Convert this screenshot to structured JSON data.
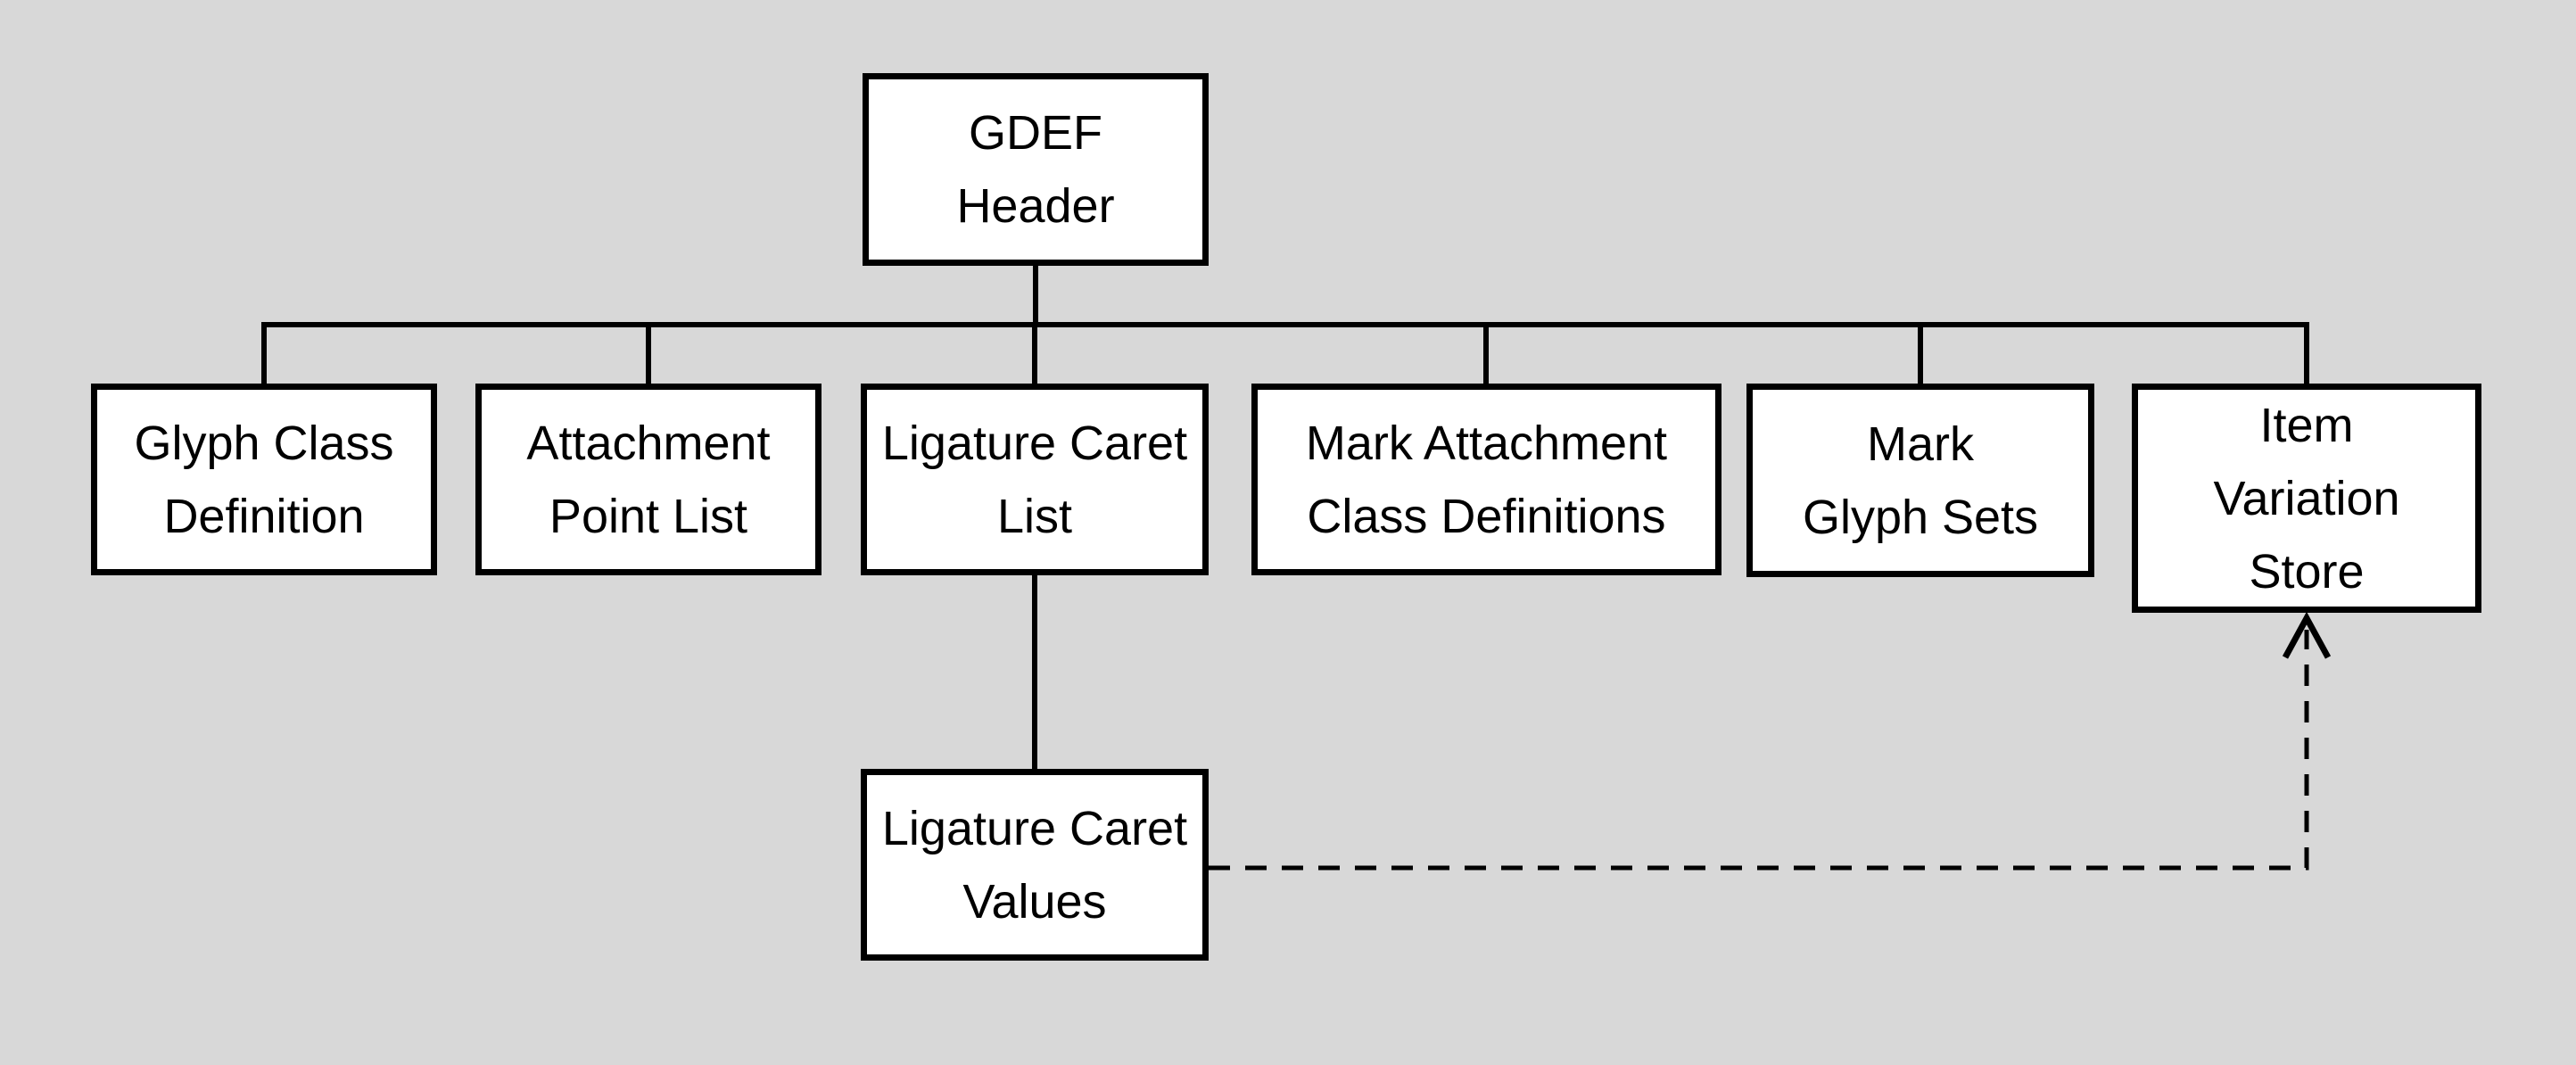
{
  "colors": {
    "background": "#d8d8d8",
    "box_fill": "#ffffff",
    "box_border": "#000000",
    "text": "#000000",
    "line": "#000000"
  },
  "diagram": {
    "type": "hierarchy",
    "root": "gdef_header",
    "nodes": {
      "gdef_header": {
        "label": "GDEF\nHeader"
      },
      "glyph_class_definition": {
        "label": "Glyph Class\nDefinition"
      },
      "attachment_point_list": {
        "label": "Attachment\nPoint List"
      },
      "ligature_caret_list": {
        "label": "Ligature Caret\nList"
      },
      "mark_attachment_class_definitions": {
        "label": "Mark Attachment\nClass Definitions"
      },
      "mark_glyph_sets": {
        "label": "Mark\nGlyph Sets"
      },
      "item_variation_store": {
        "label": "Item\nVariation\nStore"
      },
      "ligature_caret_values": {
        "label": "Ligature Caret\nValues"
      }
    },
    "edges": [
      {
        "from": "gdef_header",
        "to": "glyph_class_definition",
        "style": "solid"
      },
      {
        "from": "gdef_header",
        "to": "attachment_point_list",
        "style": "solid"
      },
      {
        "from": "gdef_header",
        "to": "ligature_caret_list",
        "style": "solid"
      },
      {
        "from": "gdef_header",
        "to": "mark_attachment_class_definitions",
        "style": "solid"
      },
      {
        "from": "gdef_header",
        "to": "mark_glyph_sets",
        "style": "solid"
      },
      {
        "from": "gdef_header",
        "to": "item_variation_store",
        "style": "solid"
      },
      {
        "from": "ligature_caret_list",
        "to": "ligature_caret_values",
        "style": "solid"
      },
      {
        "from": "ligature_caret_values",
        "to": "item_variation_store",
        "style": "dashed-arrow"
      }
    ]
  }
}
